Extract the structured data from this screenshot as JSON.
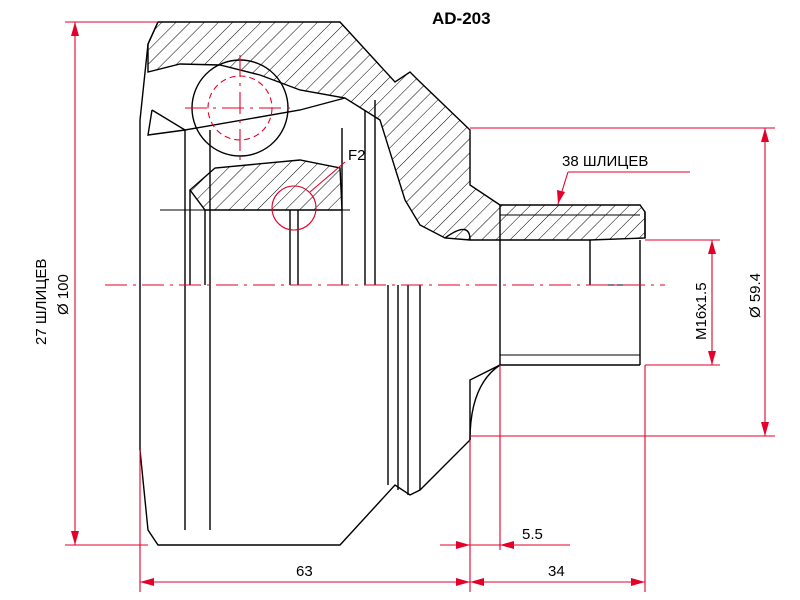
{
  "part_number": "AD-203",
  "colors": {
    "dimension": "#e5002a",
    "outline": "#000000",
    "background": "#ffffff"
  },
  "dimensions": {
    "inner_spline": "27 ШЛИЦЕВ",
    "outer_diameter": "Ø 100",
    "outer_spline": "38 ШЛИЦЕВ",
    "thread": "M16x1.5",
    "shaft_diameter": "Ø 59.4",
    "body_length": "63",
    "shaft_length": "34",
    "shoulder": "5.5",
    "detail_mark": "F2"
  }
}
